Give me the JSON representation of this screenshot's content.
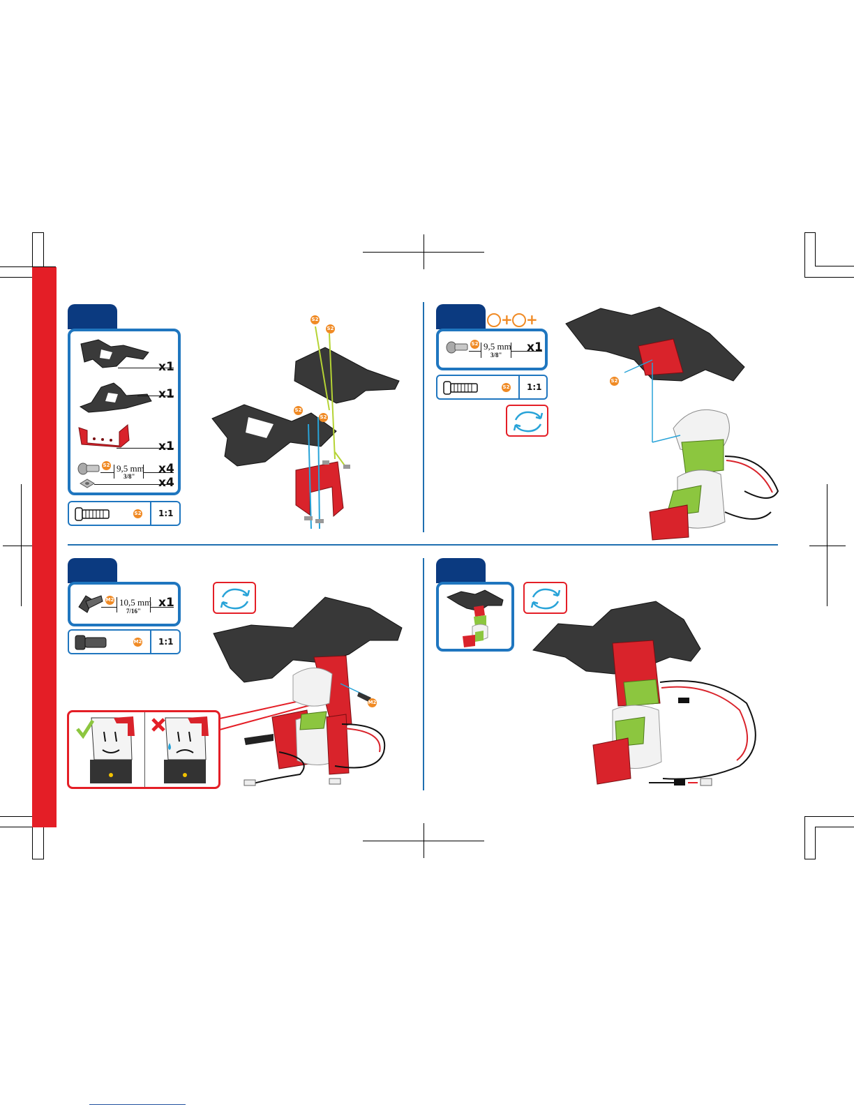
{
  "colors": {
    "accent_red": "#e41e26",
    "accent_blue": "#1f76bf",
    "tab_navy": "#0b3a80",
    "badge_orange": "#f08a24"
  },
  "steps": [
    {
      "parts": [
        {
          "qty": "x1"
        },
        {
          "qty": "x1"
        },
        {
          "qty": "x1"
        },
        {
          "badge": "S2",
          "length_mm": "9,5 mm",
          "length_in": "3/8\"",
          "qty": "x4"
        },
        {
          "qty": "x4"
        }
      ],
      "scale": {
        "badge": "S2",
        "ratio": "1:1"
      },
      "diagram_badges": [
        "S2",
        "S2",
        "S2",
        "S2"
      ]
    },
    {
      "parts": [
        {
          "badge": "S2",
          "length_mm": "9,5 mm",
          "length_in": "3/8\"",
          "qty": "x1"
        }
      ],
      "scale": {
        "badge": "S2",
        "ratio": "1:1"
      },
      "header_plus": [
        "+",
        "+"
      ],
      "diagram_badges": [
        "S2"
      ]
    },
    {
      "parts": [
        {
          "badge": "M2",
          "length_mm": "10,5 mm",
          "length_in": "7/16\"",
          "qty": "x1"
        }
      ],
      "scale": {
        "badge": "M2",
        "ratio": "1:1"
      },
      "diagram_badges": [
        "M2"
      ]
    },
    {
      "parts": []
    }
  ]
}
